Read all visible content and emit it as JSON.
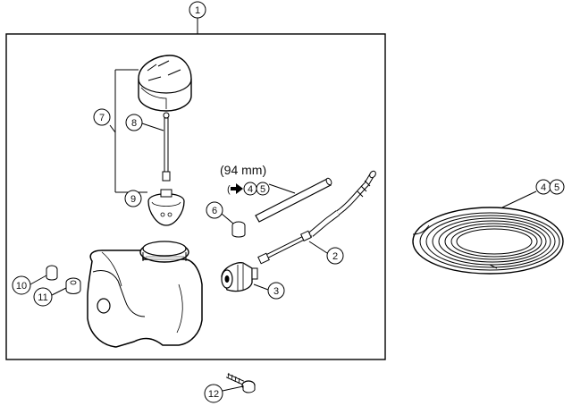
{
  "callouts": {
    "c1": "1",
    "c2": "2",
    "c3": "3",
    "c4": "4",
    "c5": "5",
    "c6": "6",
    "c7": "7",
    "c8": "8",
    "c9": "9",
    "c10": "10",
    "c11": "11",
    "c12": "12"
  },
  "dimension_label": "(94 mm)",
  "ref_prefix": "(",
  "line_color": "#000000",
  "fill_color": "#ffffff",
  "shade_color": "#d9d9d9"
}
